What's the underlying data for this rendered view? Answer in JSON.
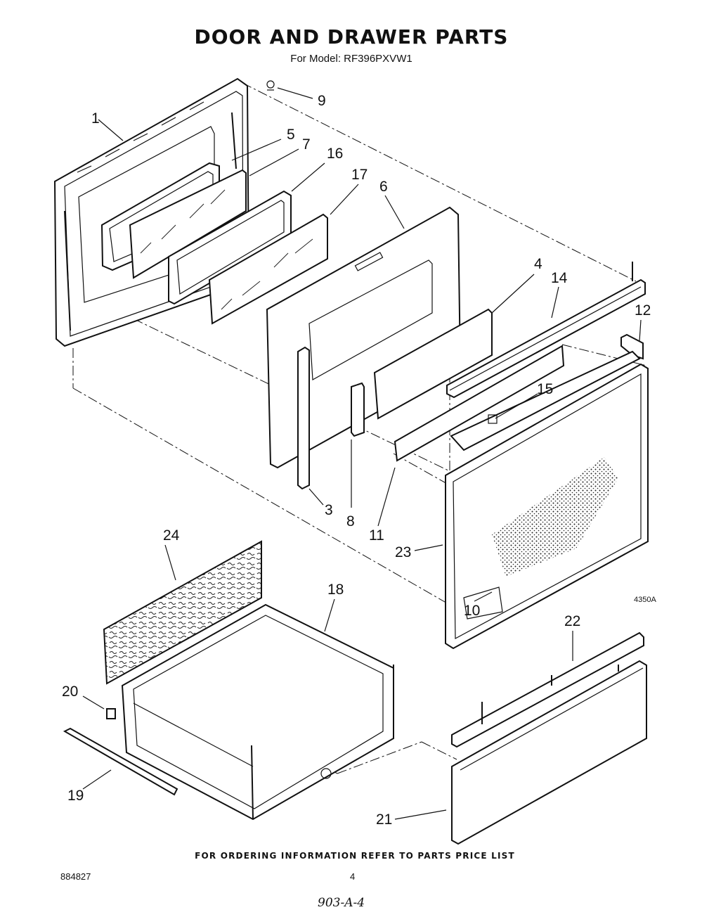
{
  "header": {
    "title": "DOOR AND DRAWER PARTS",
    "subtitle": "For Model: RF396PXVW1"
  },
  "diagram": {
    "ref_code": "4350A",
    "part_labels": [
      {
        "id": "1",
        "text": "1"
      },
      {
        "id": "3",
        "text": "3"
      },
      {
        "id": "4",
        "text": "4"
      },
      {
        "id": "5",
        "text": "5"
      },
      {
        "id": "6",
        "text": "6"
      },
      {
        "id": "7",
        "text": "7"
      },
      {
        "id": "8",
        "text": "8"
      },
      {
        "id": "9",
        "text": "9"
      },
      {
        "id": "10",
        "text": "10"
      },
      {
        "id": "11",
        "text": "11"
      },
      {
        "id": "12",
        "text": "12"
      },
      {
        "id": "14",
        "text": "14"
      },
      {
        "id": "15",
        "text": "15"
      },
      {
        "id": "16",
        "text": "16"
      },
      {
        "id": "17",
        "text": "17"
      },
      {
        "id": "18",
        "text": "18"
      },
      {
        "id": "19",
        "text": "19"
      },
      {
        "id": "20",
        "text": "20"
      },
      {
        "id": "21",
        "text": "21"
      },
      {
        "id": "22",
        "text": "22"
      },
      {
        "id": "23",
        "text": "23"
      },
      {
        "id": "24",
        "text": "24"
      }
    ]
  },
  "footer": {
    "note": "FOR ORDERING INFORMATION REFER TO PARTS PRICE LIST",
    "doc_number": "884827",
    "page_number": "4",
    "handwritten": "903-A-4"
  }
}
